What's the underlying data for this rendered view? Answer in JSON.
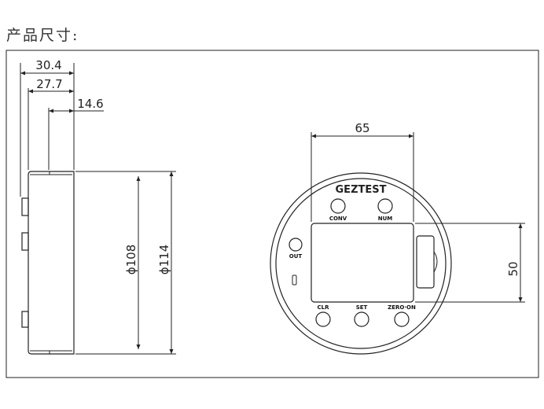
{
  "heading": "产品尺寸:",
  "side_view": {
    "dim_overall_depth": "30.4",
    "dim_body_depth": "27.7",
    "dim_front_depth": "14.6",
    "dim_inner_diameter": "ϕ108",
    "dim_outer_diameter": "ϕ114"
  },
  "front_view": {
    "brand": "GEZTEST",
    "dim_display_width": "65",
    "dim_display_height": "50",
    "buttons": {
      "conv": "CONV",
      "num": "NUM",
      "out": "OUT",
      "clr": "CLR",
      "set": "SET",
      "zero_on": "ZERO·ON"
    }
  }
}
